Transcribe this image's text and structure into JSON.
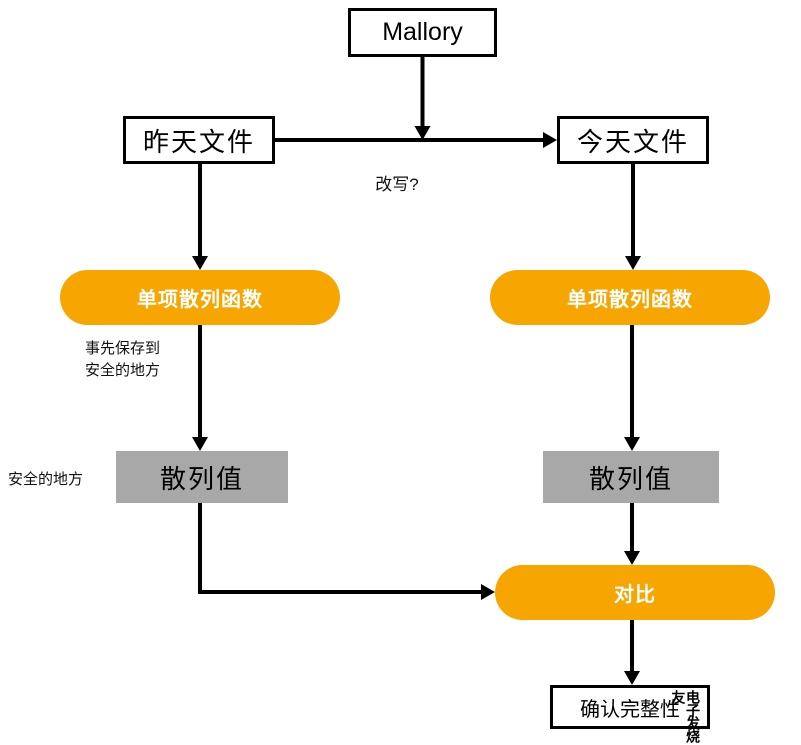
{
  "nodes": {
    "mallory": "Mallory",
    "yesterday_file": "昨天文件",
    "today_file": "今天文件",
    "hash_fn_left": "单项散列函数",
    "hash_fn_right": "单项散列函数",
    "hash_value_left": "散列值",
    "hash_value_right": "散列值",
    "compare": "对比",
    "confirm_integrity": "确认完整性"
  },
  "labels": {
    "rewrite_question": "改写?",
    "saved_in_advance_note": "事先保存到\n安全的地方",
    "safe_place": "安全的地方",
    "watermark": "电子发烧友"
  },
  "colors": {
    "accent": "#F7A500",
    "graybox": "#A8A8A8",
    "arrow": "#000000"
  }
}
